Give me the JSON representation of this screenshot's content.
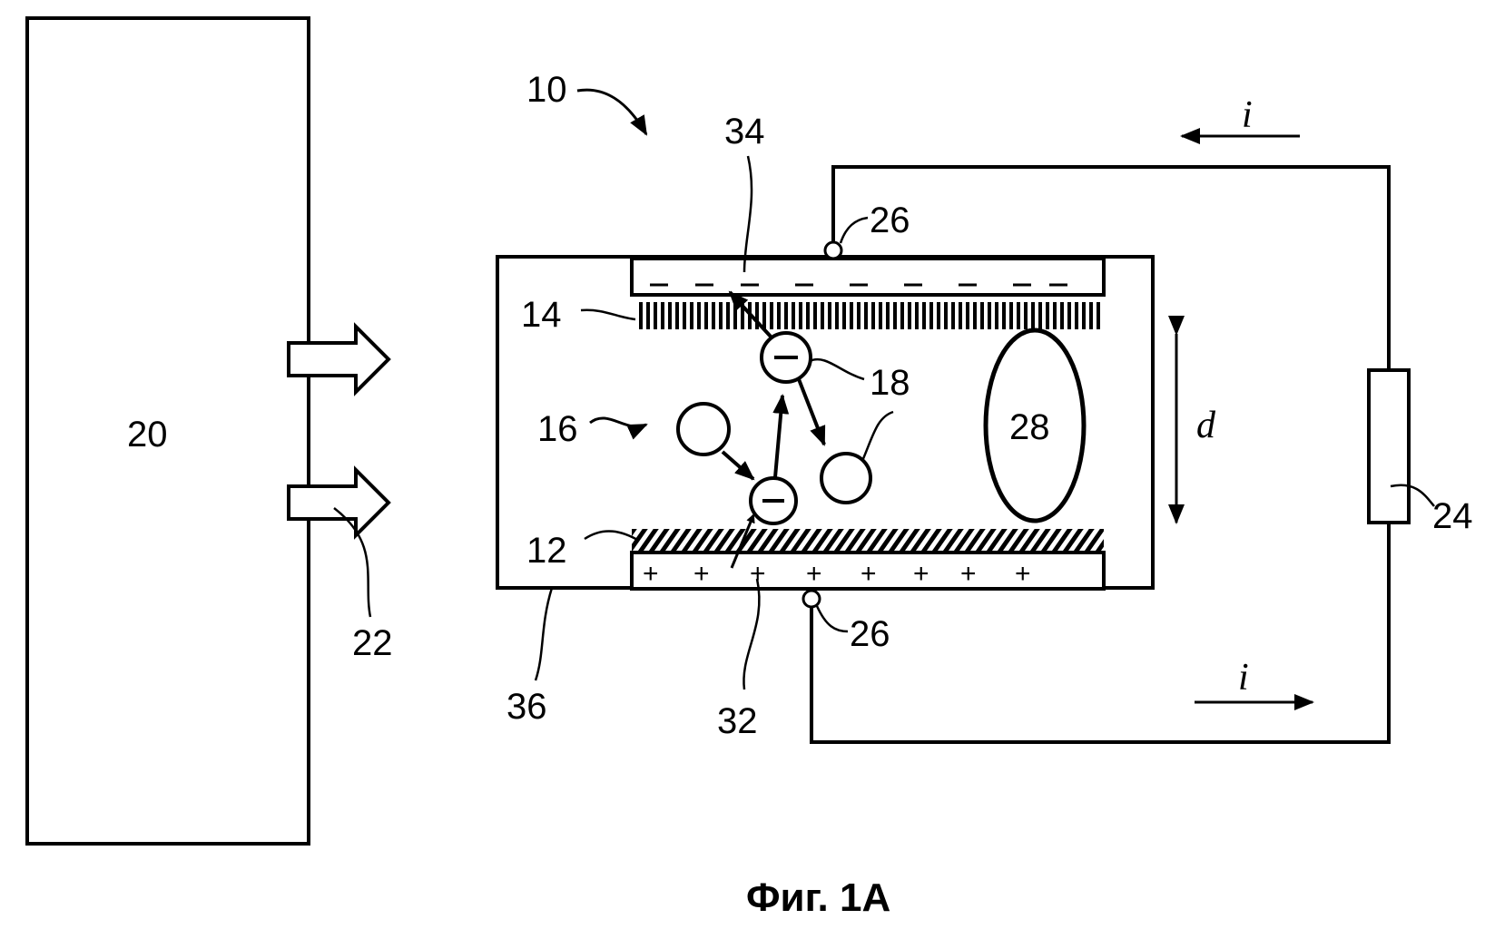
{
  "figure": {
    "caption": "Фиг. 1А",
    "labels": {
      "ref_10": "10",
      "ref_12": "12",
      "ref_14": "14",
      "ref_16": "16",
      "ref_18": "18",
      "ref_20": "20",
      "ref_22": "22",
      "ref_24": "24",
      "ref_26_top": "26",
      "ref_26_bottom": "26",
      "ref_28": "28",
      "ref_32": "32",
      "ref_34": "34",
      "ref_36": "36",
      "gap_d": "d",
      "current_top": "i",
      "current_bottom": "i"
    },
    "charges": {
      "negative_sign": "−",
      "positive_sign": "+"
    },
    "colors": {
      "line": "#000000",
      "background": "#ffffff"
    }
  }
}
